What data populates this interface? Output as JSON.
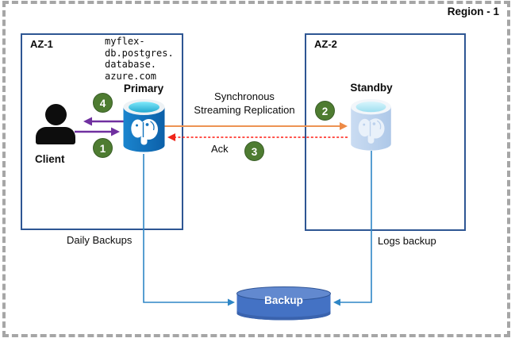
{
  "region": {
    "label": "Region - 1"
  },
  "az1": {
    "label": "AZ-1",
    "hostname": "myflex-\ndb.postgres.\ndatabase.\nazure.com",
    "client": {
      "label": "Client"
    },
    "primary": {
      "label": "Primary"
    }
  },
  "az2": {
    "label": "AZ-2",
    "standby": {
      "label": "Standby"
    }
  },
  "connections": {
    "replication": "Synchronous\nStreaming Replication",
    "ack": "Ack",
    "daily_backups": "Daily Backups",
    "logs_backup": "Logs backup"
  },
  "steps": {
    "step1": "1",
    "step2": "2",
    "step3": "3",
    "step4": "4"
  },
  "backup": {
    "label": "Backup"
  },
  "icons": {
    "client": "person-icon",
    "primary": "postgresql-database-icon",
    "standby": "postgresql-database-icon",
    "backup": "database-cylinder-icon"
  },
  "colors": {
    "region_border": "#A6A6A6",
    "az_border": "#2E5693",
    "primary_db_blue": "#1173BE",
    "db_top_cyan": "#35C3E0",
    "standby_db_blue": "#BDD2ED",
    "badge_green": "#4E7C31",
    "client_arrow_purple": "#7030A0",
    "replication_orange": "#ED9353",
    "ack_red": "#FF1A10",
    "backup_line_blue": "#2E86C6",
    "backup_db_blue": "#4472C4"
  }
}
